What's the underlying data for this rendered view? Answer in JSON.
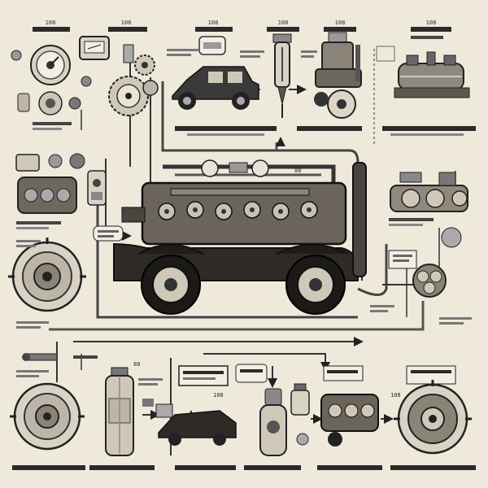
{
  "palette": {
    "paper": "#efe9dc",
    "ink": "#1f1f1f",
    "mid": "#6b6b6b",
    "light": "#bdb6a8"
  },
  "labels": {
    "top_1": "108",
    "top_2": "108",
    "top_3": "108",
    "top_4": "108",
    "top_5": "108",
    "top_6": "108",
    "mid_num": "88",
    "lower_num": "88",
    "bottom_1": "108",
    "bottom_2": "108"
  },
  "icons": [
    "pressure-gauge-icon",
    "meter-box-icon",
    "gear-train-icon",
    "vintage-car-icon",
    "syringe-pump-icon",
    "steam-engine-icon",
    "boiler-engine-icon",
    "engine-block-icon",
    "control-box-icon",
    "cylinder-tank-icon",
    "valve-manifold-icon",
    "large-dial-icon",
    "cooling-fan-icon",
    "oil-bottle-icon",
    "fuel-pump-icon",
    "vintage-sedan-icon"
  ]
}
